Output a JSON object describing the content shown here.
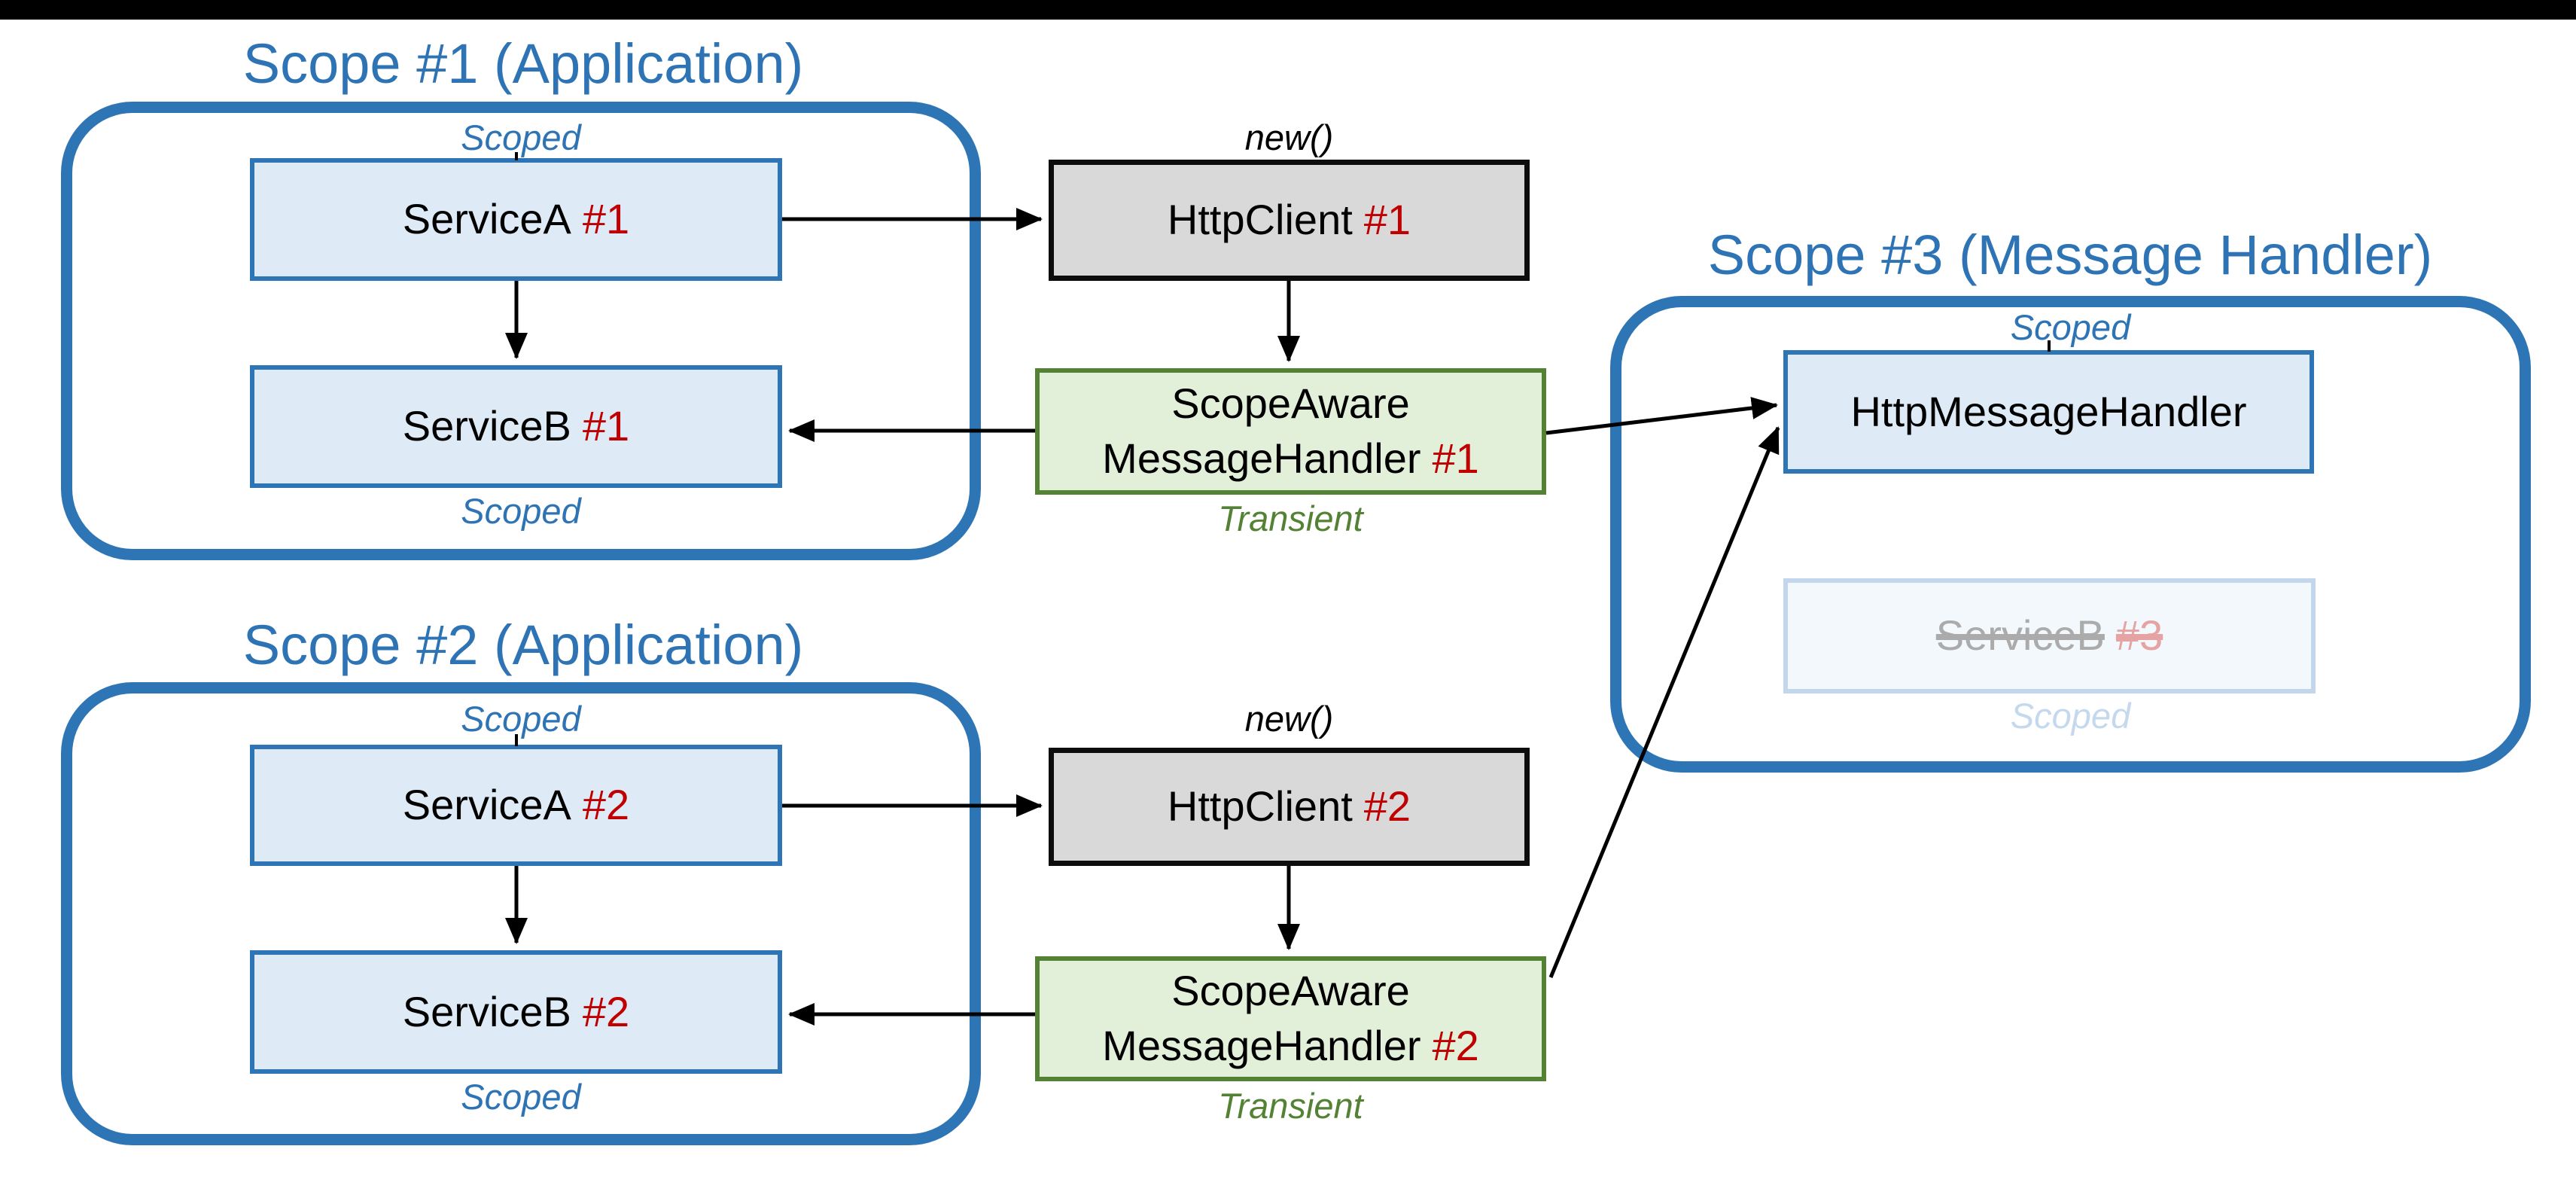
{
  "colors": {
    "accent_blue": "#2E74B5",
    "container_border_blue": "#2E75B6",
    "service_box_fill": "#DEEAF6",
    "httpclient_fill": "#D9D9D9",
    "handler_fill": "#E2EFD9",
    "handler_border": "#548235",
    "instance_red": "#C00000",
    "top_bar": "#000000"
  },
  "scope1": {
    "title": "Scope #1 (Application)",
    "scoped_top": "Scoped",
    "scoped_bottom": "Scoped",
    "service_a": {
      "name": "ServiceA",
      "instance": "#1"
    },
    "service_b": {
      "name": "ServiceB",
      "instance": "#1"
    }
  },
  "flow1": {
    "new_label": "new()",
    "http_client": {
      "name": "HttpClient",
      "instance": "#1"
    },
    "handler": {
      "line1": "ScopeAware",
      "line2": "MessageHandler",
      "instance": "#1"
    },
    "transient_label": "Transient"
  },
  "scope2": {
    "title": "Scope #2 (Application)",
    "scoped_top": "Scoped",
    "scoped_bottom": "Scoped",
    "service_a": {
      "name": "ServiceA",
      "instance": "#2"
    },
    "service_b": {
      "name": "ServiceB",
      "instance": "#2"
    }
  },
  "flow2": {
    "new_label": "new()",
    "http_client": {
      "name": "HttpClient",
      "instance": "#2"
    },
    "handler": {
      "line1": "ScopeAware",
      "line2": "MessageHandler",
      "instance": "#2"
    },
    "transient_label": "Transient"
  },
  "scope3": {
    "title": "Scope #3 (Message Handler)",
    "scoped_top": "Scoped",
    "scoped_bottom": "Scoped",
    "http_message_handler": {
      "name": "HttpMessageHandler"
    },
    "disposed_service": {
      "name": "ServiceB",
      "instance": "#3"
    }
  }
}
